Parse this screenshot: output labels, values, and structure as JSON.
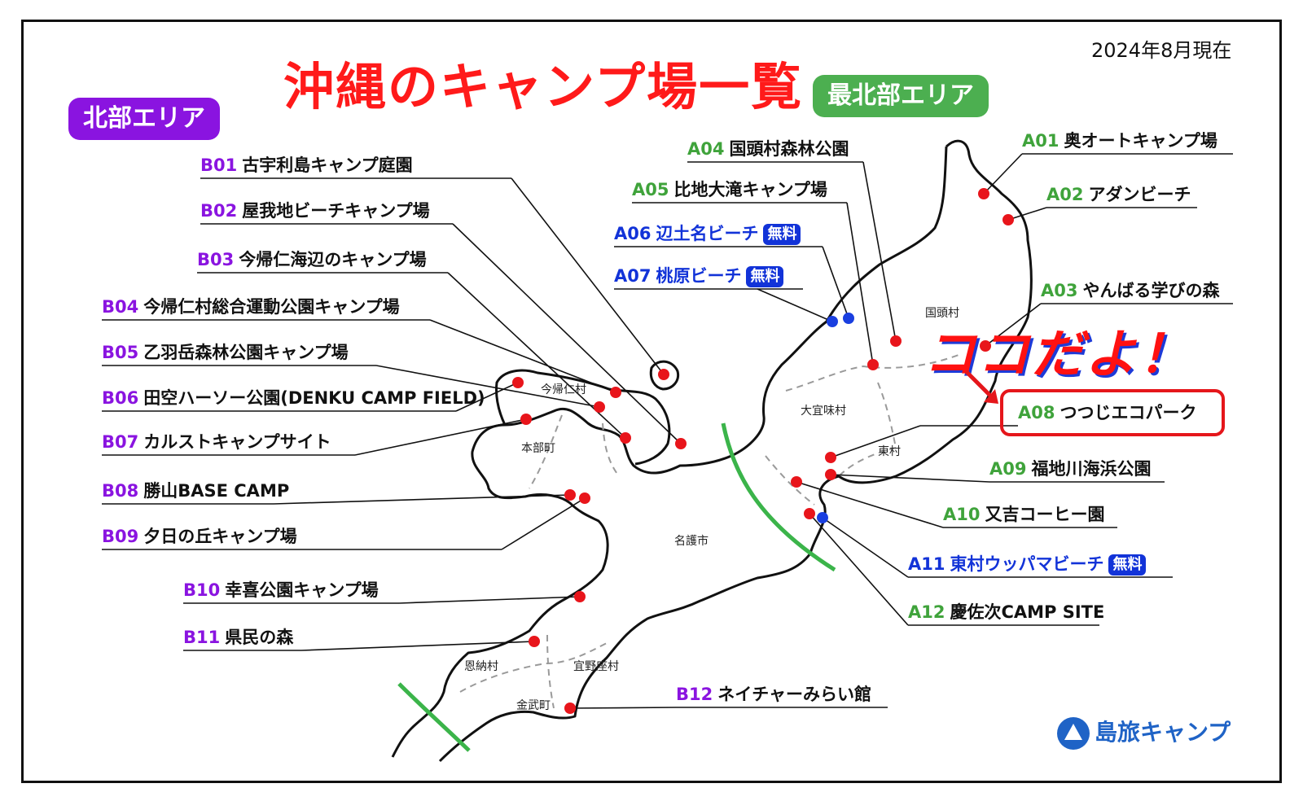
{
  "title": "沖縄のキャンプ場一覧",
  "date": "2024年8月現在",
  "areas": {
    "north": {
      "label": "北部エリア",
      "color": "#8a14e0"
    },
    "far_north": {
      "label": "最北部エリア",
      "color": "#4caf50"
    }
  },
  "colors": {
    "north_code": "#8a14e0",
    "far_north_code": "#3fa33b",
    "free_text": "#1233d8",
    "dot_red": "#e8151b",
    "dot_blue": "#1a3fe0"
  },
  "free_badge": "無料",
  "highlight": {
    "text": "ココだよ！",
    "target": "A08"
  },
  "municipalities": [
    "国頭村",
    "今帰仁村",
    "大宜味村",
    "本部町",
    "東村",
    "名護市",
    "恩納村",
    "宜野座村",
    "金武町"
  ],
  "camps": [
    {
      "code": "B01",
      "name": "古宇利島キャンプ庭園"
    },
    {
      "code": "B02",
      "name": "屋我地ビーチキャンプ場"
    },
    {
      "code": "B03",
      "name": "今帰仁海辺のキャンプ場"
    },
    {
      "code": "B04",
      "name": "今帰仁村総合運動公園キャンプ場"
    },
    {
      "code": "B05",
      "name": "乙羽岳森林公園キャンプ場"
    },
    {
      "code": "B06",
      "name": "田空ハーソー公園(DENKU CAMP FIELD)"
    },
    {
      "code": "B07",
      "name": "カルストキャンプサイト"
    },
    {
      "code": "B08",
      "name": "勝山BASE CAMP"
    },
    {
      "code": "B09",
      "name": "夕日の丘キャンプ場"
    },
    {
      "code": "B10",
      "name": "幸喜公園キャンプ場"
    },
    {
      "code": "B11",
      "name": "県民の森"
    },
    {
      "code": "B12",
      "name": "ネイチャーみらい館"
    },
    {
      "code": "A01",
      "name": "奥オートキャンプ場"
    },
    {
      "code": "A02",
      "name": "アダンビーチ"
    },
    {
      "code": "A03",
      "name": "やんばる学びの森"
    },
    {
      "code": "A04",
      "name": "国頭村森林公園"
    },
    {
      "code": "A05",
      "name": "比地大滝キャンプ場"
    },
    {
      "code": "A06",
      "name": "辺土名ビーチ",
      "free": true
    },
    {
      "code": "A07",
      "name": "桃原ビーチ",
      "free": true
    },
    {
      "code": "A08",
      "name": "つつじエコパーク"
    },
    {
      "code": "A09",
      "name": "福地川海浜公園"
    },
    {
      "code": "A10",
      "name": "又吉コーヒー園"
    },
    {
      "code": "A11",
      "name": "東村ウッパマビーチ",
      "free": true
    },
    {
      "code": "A12",
      "name": "慶佐次CAMP SITE"
    }
  ],
  "logo": "島旅キャンプ"
}
